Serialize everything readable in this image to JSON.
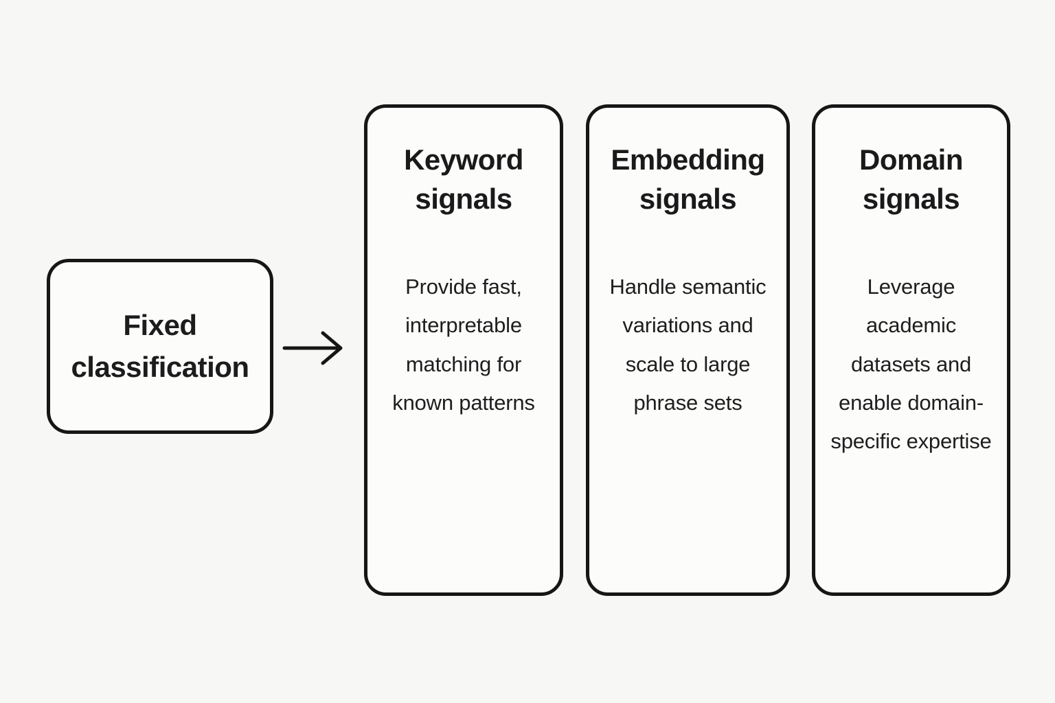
{
  "diagram": {
    "source": {
      "label": "Fixed classification"
    },
    "arrow": {
      "icon": "arrow-right-icon",
      "direction": "right"
    },
    "cards": [
      {
        "title": "Keyword signals",
        "body": "Provide fast, interpretable matching for known patterns"
      },
      {
        "title": "Embedding signals",
        "body": "Handle semantic variations and scale to large phrase sets"
      },
      {
        "title": "Domain signals",
        "body": "Leverage academic datasets and enable domain-specific expertise"
      }
    ],
    "colors": {
      "background": "#f7f7f5",
      "card_background": "#fcfcfb",
      "border": "#161616",
      "text": "#1e1e1e"
    }
  }
}
